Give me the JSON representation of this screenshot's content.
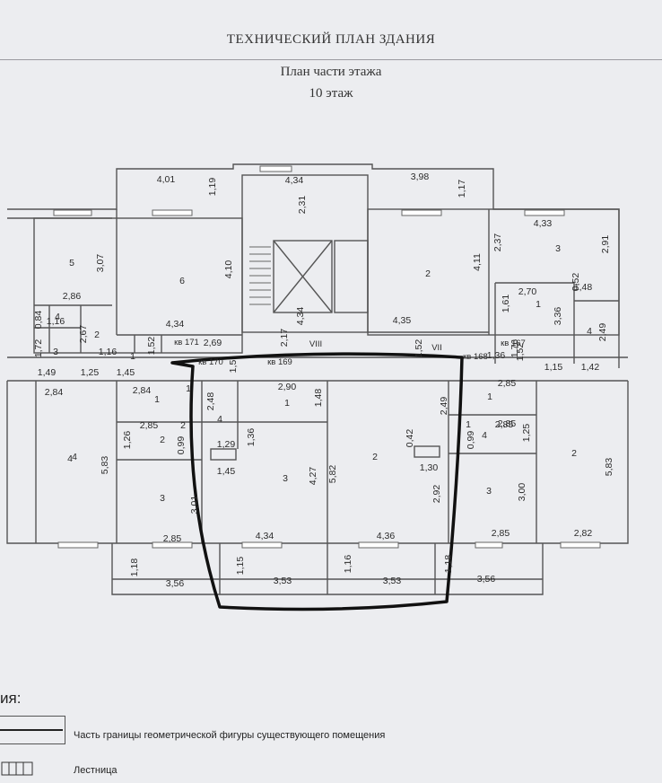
{
  "header": {
    "title": "ТЕХНИЧЕСКИЙ ПЛАН ЗДАНИЯ",
    "subtitle": "План части этажа",
    "floor": "10 этаж"
  },
  "plan": {
    "dimensions": {
      "d_401": "4,01",
      "d_119": "1,19",
      "d_434a": "4,34",
      "d_231": "2,31",
      "d_398": "3,98",
      "d_117a": "1,17",
      "d_433": "4,33",
      "d_291": "2,91",
      "d_237": "2,37",
      "d_307": "3,07",
      "d_410": "4,10",
      "d_411": "4,11",
      "d_286": "2,86",
      "d_084": "0,84",
      "d_116a": "1,16",
      "d_267": "2,67",
      "d_270": "2,70",
      "d_052": "0,52",
      "d_148a": "1,48",
      "d_161": "1,61",
      "d_336": "3,36",
      "d_249a": "2,49",
      "d_434b": "4,34",
      "d_434c": "4,34",
      "d_435": "4,35",
      "d_172": "1,72",
      "d_152a": "1,52",
      "d_269": "2,69",
      "d_217": "2,17",
      "d_152b": "1,52",
      "d_176": "1,76",
      "d_149": "1,49",
      "d_125a": "1,25",
      "d_145a": "1,45",
      "d_136a": "1,36",
      "d_152c": "1,52",
      "d_115": "1,15",
      "d_142": "1,42",
      "d_15": "1,5",
      "d_284a": "2,84",
      "d_284b": "2,84",
      "d_290": "2,90",
      "d_285a": "2,85",
      "d_248": "2,48",
      "d_148b": "1,48",
      "d_249b": "2,49",
      "d_285b": "2,85",
      "d_126": "1,26",
      "d_099a": "0,99",
      "d_042": "0,42",
      "d_099b": "0,99",
      "d_125b": "1,25",
      "d_129": "1,29",
      "d_136b": "1,36",
      "d_130": "1,30",
      "d_145b": "1,45",
      "d_583a": "5,83",
      "d_583b": "5,83",
      "d_427": "4,27",
      "d_582": "5,82",
      "d_292": "2,92",
      "d_300": "3,00",
      "d_301": "3,01",
      "d_285c": "2,85",
      "d_434d": "4,34",
      "d_436": "4,36",
      "d_285d": "2,85",
      "d_282": "2,82",
      "d_118": "1,18",
      "d_115b": "1,15",
      "d_116b": "1,16",
      "d_118b": "1,18",
      "d_356a": "3,56",
      "d_353a": "3,53",
      "d_353b": "3,53",
      "d_356b": "3,56",
      "d_285e": "2,85",
      "d_116c": "1,16",
      "d_285f": "2,85"
    },
    "rooms": {
      "r5": "5",
      "r6": "6",
      "r2a": "2",
      "r3a": "3",
      "r4a": "4",
      "r2b": "2",
      "r3b": "3",
      "r1a": "1",
      "r1b": "1",
      "r4b": "4",
      "r1c": "1",
      "r1d": "1",
      "r2c": "2",
      "r4c": "4",
      "r1e": "1",
      "r3c": "3",
      "r2d": "2",
      "r1f": "1",
      "r4d": "4",
      "r2e": "2",
      "r3d": "3",
      "r3e": "3",
      "r2f": "2",
      "r4e": "4",
      "r1g": "1",
      "r4f": "4"
    },
    "apartments": {
      "kv171": "кв 171",
      "kv170": "кв 170",
      "kv169": "кв 169",
      "kv168": "кв 168",
      "kv167": "кв 167",
      "viii": "VIII",
      "vii": "VII"
    }
  },
  "legend": {
    "heading": "ия:",
    "boundary": "Часть границы геометрической фигуры существующего помещения",
    "stairs": "Лестница"
  }
}
